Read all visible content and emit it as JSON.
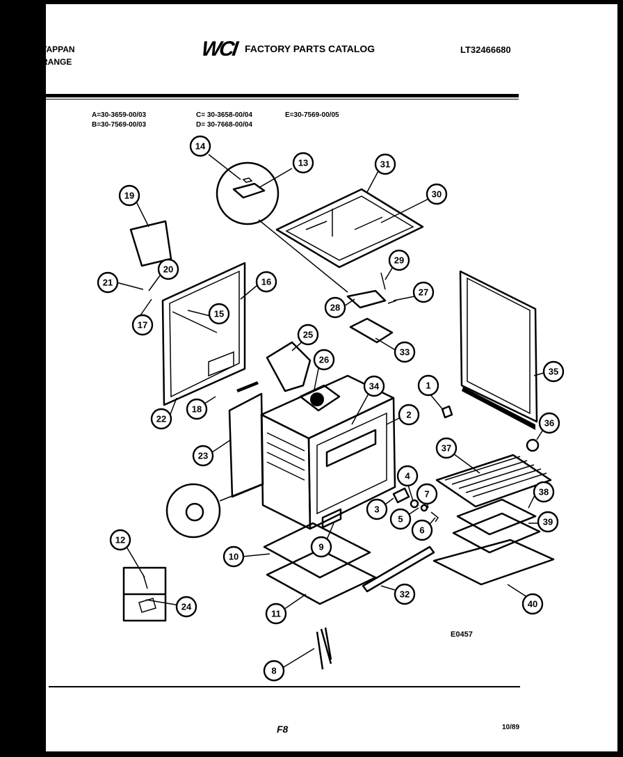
{
  "header": {
    "brand_line1": "TAPPAN",
    "brand_line2": "RANGE",
    "logo": "WCI",
    "catalog_title": "FACTORY PARTS CATALOG",
    "catalog_number": "LT32466680"
  },
  "model_codes": {
    "a": "A=30-3659-00/03",
    "b": "B=30-7569-00/03",
    "c": "C= 30-3658-00/04",
    "d": "D= 30-7668-00/04",
    "e": "E=30-7569-00/05"
  },
  "diagram": {
    "drawing_code": "E0457",
    "callouts": [
      "1",
      "2",
      "3",
      "4",
      "5",
      "6",
      "7",
      "8",
      "9",
      "10",
      "11",
      "12",
      "13",
      "14",
      "15",
      "16",
      "17",
      "18",
      "19",
      "20",
      "21",
      "22",
      "23",
      "24",
      "25",
      "26",
      "27",
      "28",
      "29",
      "30",
      "31",
      "32",
      "33",
      "34",
      "35",
      "36",
      "37",
      "38",
      "39",
      "40"
    ]
  },
  "footer": {
    "page": "F8",
    "date": "10/89"
  },
  "colors": {
    "ink": "#000000",
    "paper": "#ffffff",
    "border": "#000000"
  }
}
